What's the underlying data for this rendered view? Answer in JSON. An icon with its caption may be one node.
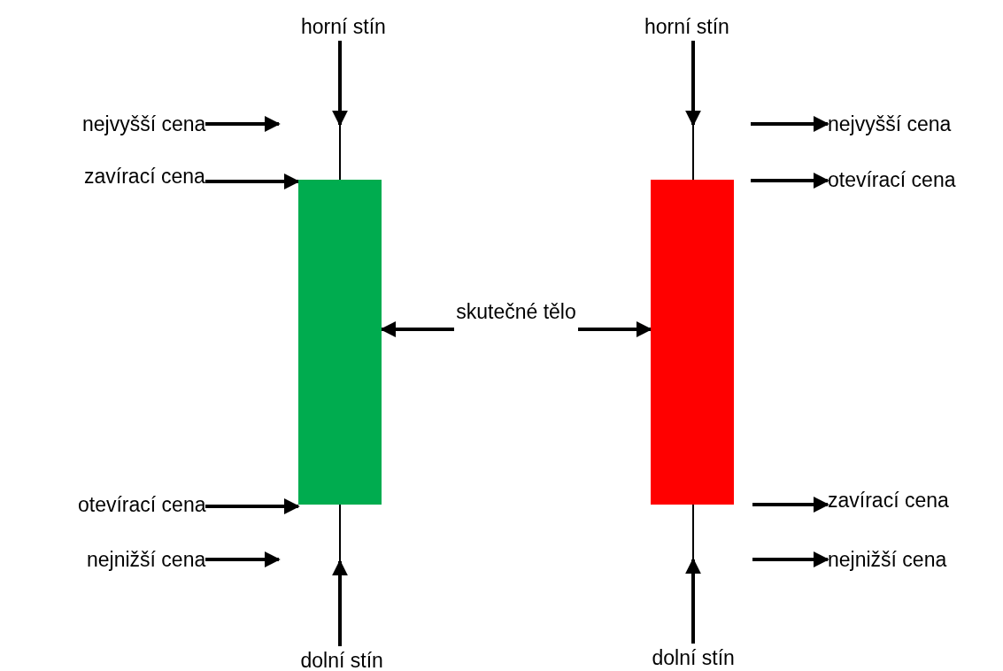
{
  "diagram": {
    "nodes": [
      {
        "text": [
          "horní stín"
        ]
      },
      {
        "text": [
          "horní stín"
        ]
      },
      {
        "text": [
          "nejvyšší cena"
        ]
      },
      {
        "text": [
          "nejvyšší cena"
        ]
      },
      {
        "text": [
          "zavírací cena"
        ]
      },
      {
        "text": [
          "otevírací cena"
        ]
      },
      {
        "text": [
          "skutečné tělo"
        ]
      },
      {
        "text": [
          "otevírací cena"
        ]
      },
      {
        "text": [
          "zavírací cena"
        ]
      },
      {
        "text": [
          "nejnižší cena"
        ]
      },
      {
        "text": [
          "nejnižší cena"
        ]
      },
      {
        "text": [
          "dolní stín"
        ]
      },
      {
        "text": [
          "dolní stín"
        ]
      },
      {
        "text": [],
        "shape": "bar"
      },
      {
        "text": [],
        "shape": "box"
      },
      {
        "text": [],
        "shape": "bar"
      },
      {
        "text": [],
        "shape": "bar"
      },
      {
        "text": [],
        "shape": "box"
      },
      {
        "text": [],
        "shape": "bar"
      }
    ],
    "edges": [
      {
        "from": 0,
        "to": 13,
        "arrow": "to"
      },
      {
        "from": 1,
        "to": 16,
        "arrow": "to"
      },
      {
        "from": 2,
        "to": null,
        "arrow": "to"
      },
      {
        "from": null,
        "to": 3,
        "arrow": "to"
      },
      {
        "from": 4,
        "to": 14,
        "arrow": "to"
      },
      {
        "from": null,
        "to": 5,
        "arrow": "to"
      },
      {
        "from": 6,
        "to": 14,
        "arrow": "to"
      },
      {
        "from": 6,
        "to": 17,
        "arrow": "to"
      },
      {
        "from": 7,
        "to": 14,
        "arrow": "to"
      },
      {
        "from": null,
        "to": 8,
        "arrow": "to"
      },
      {
        "from": 9,
        "to": null,
        "arrow": "to"
      },
      {
        "from": null,
        "to": 10,
        "arrow": "to"
      },
      {
        "from": 11,
        "to": 15,
        "arrow": "to"
      },
      {
        "from": 12,
        "to": 18,
        "arrow": "to"
      }
    ]
  }
}
